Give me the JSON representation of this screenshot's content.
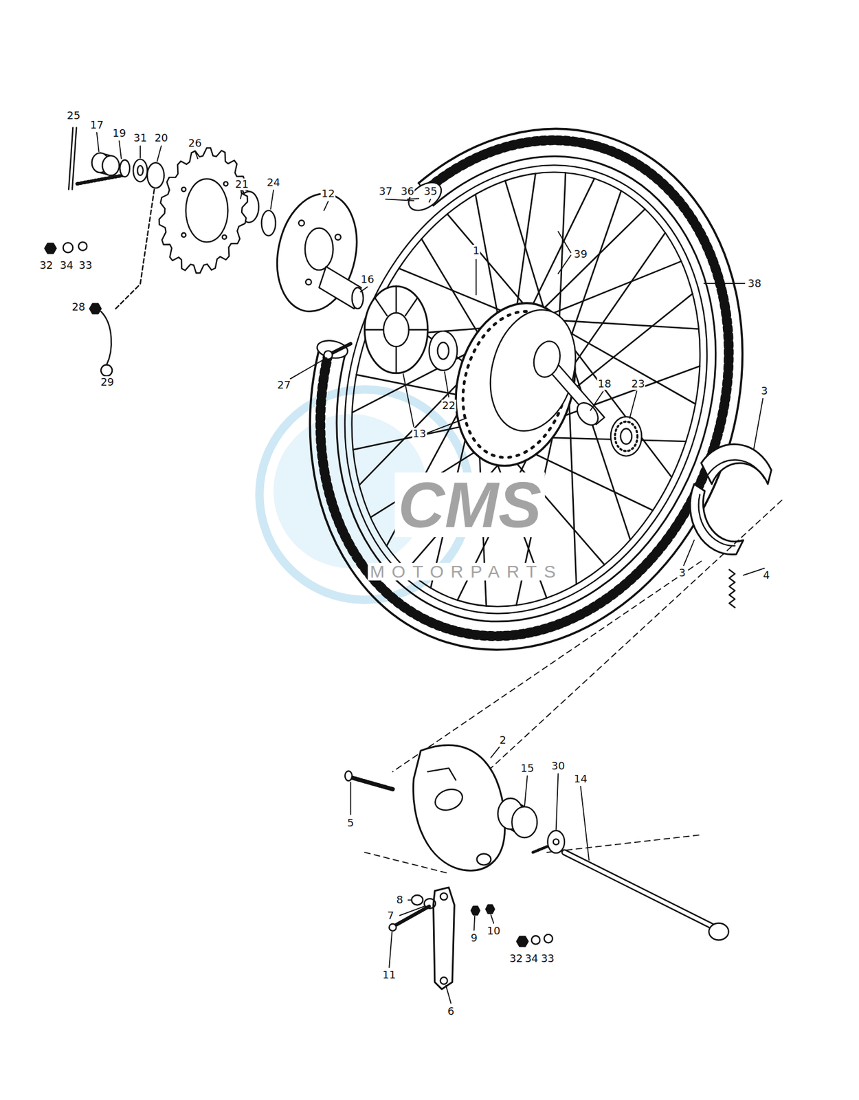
{
  "diagram": {
    "labels": [
      "25",
      "17",
      "19",
      "31",
      "20",
      "26",
      "21",
      "24",
      "12",
      "37",
      "36",
      "35",
      "1",
      "39",
      "32",
      "34",
      "33",
      "38",
      "16",
      "28",
      "29",
      "27",
      "18",
      "23",
      "3",
      "22",
      "13",
      "CMS",
      "MOTORPARTS",
      "3",
      "4",
      "2",
      "30",
      "15",
      "14",
      "5",
      "8",
      "7",
      "10",
      "9",
      "32",
      "34",
      "33",
      "11",
      "6"
    ]
  }
}
